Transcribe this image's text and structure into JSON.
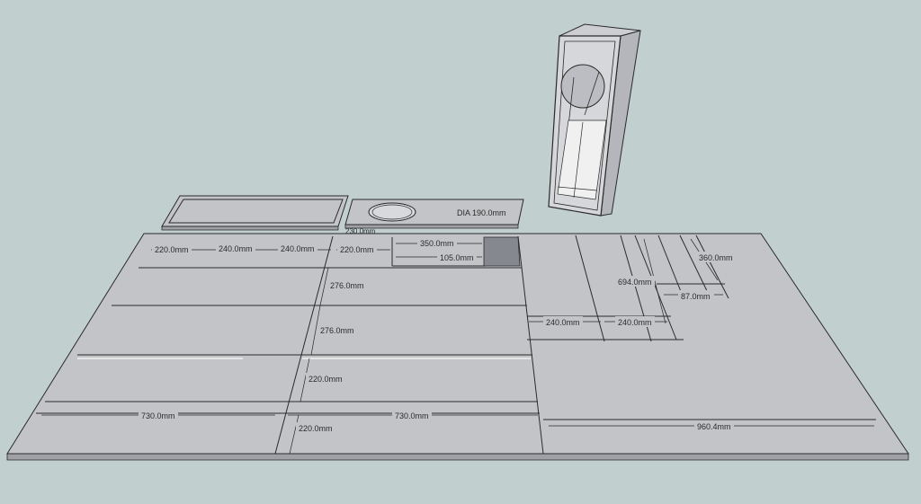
{
  "colors": {
    "background": "#c2cfcf",
    "sheet_fill": "#c3c4c7",
    "sheet_edge": "#9fa1a6",
    "line": "#2a2a2a",
    "cut_fill": "#868890",
    "highlight": "#f2f2f2"
  },
  "labels": {
    "l220a": "220.0mm",
    "l240a": "240.0mm",
    "l240b": "240.0mm",
    "l220b": "220.0mm",
    "l350": "350.0mm",
    "l105": "105.0mm",
    "l276a": "276.0mm",
    "l276b": "276.0mm",
    "l220c": "220.0mm",
    "l220d": "220.0mm",
    "l730a": "730.0mm",
    "l730b": "730.0mm",
    "l960": "960.4mm",
    "l694": "694.0mm",
    "l360": "360.0mm",
    "l80": "87.0mm",
    "l240c": "240.0mm",
    "l240d": "240.0mm",
    "dia": "DIA 190.0mm",
    "small": "230.0mm"
  }
}
